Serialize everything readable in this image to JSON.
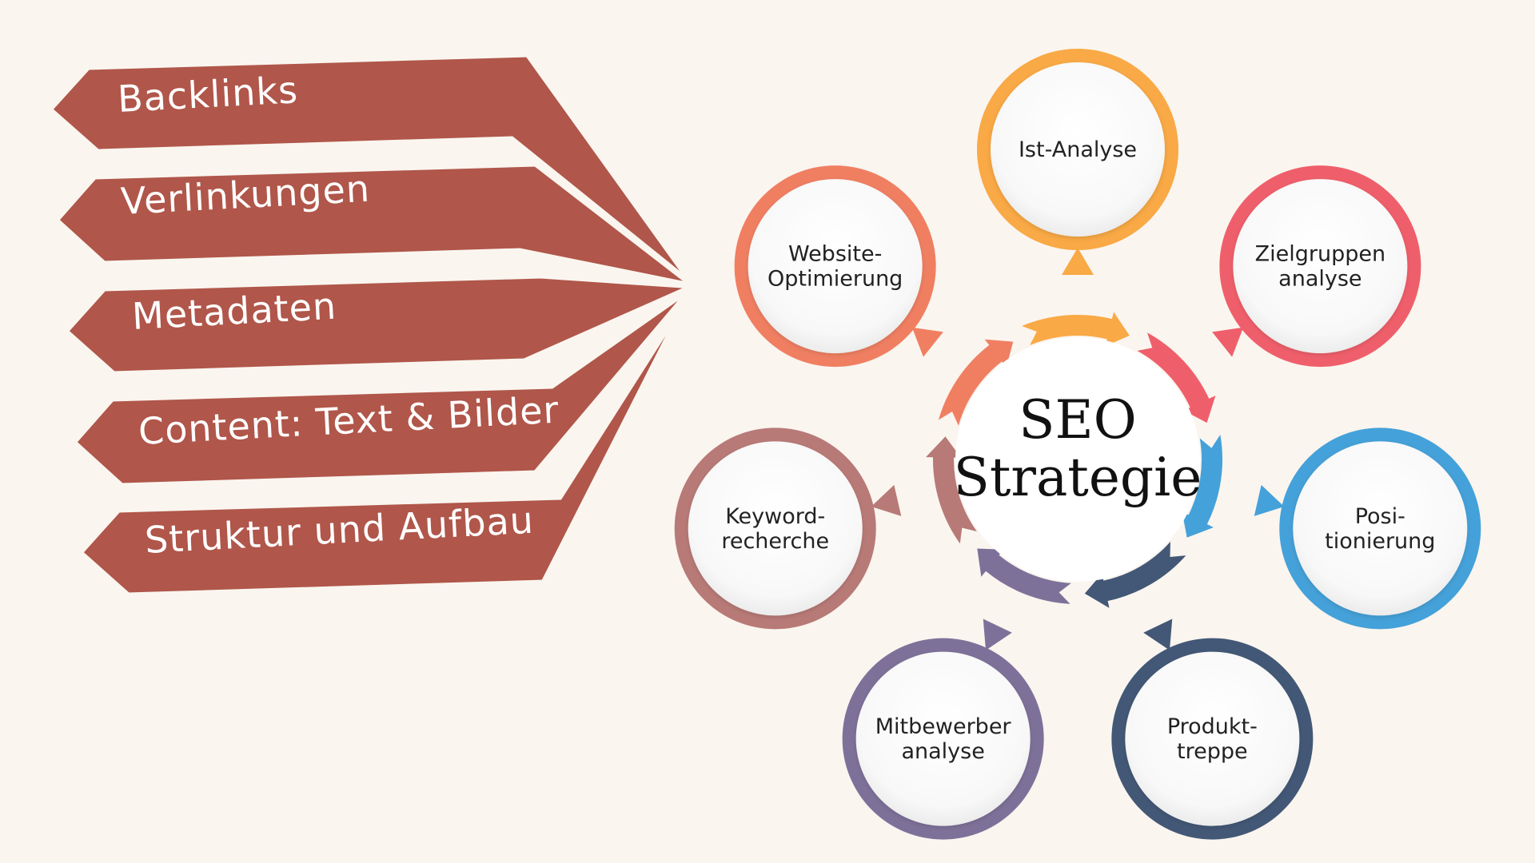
{
  "ribbons": {
    "color": "#b0564a",
    "items": [
      {
        "label": "Backlinks"
      },
      {
        "label": "Verlinkungen"
      },
      {
        "label": "Metadaten"
      },
      {
        "label": "Content: Text & Bilder"
      },
      {
        "label": "Struktur und Aufbau"
      }
    ]
  },
  "center": {
    "line1": "SEO",
    "line2": "Strategie"
  },
  "cycle": {
    "nodes": [
      {
        "lines": [
          "Ist-Analyse"
        ],
        "color": "#f9a945"
      },
      {
        "lines": [
          "Zielgruppen",
          "analyse"
        ],
        "color": "#ef5f6b"
      },
      {
        "lines": [
          "Posi-",
          "tionierung"
        ],
        "color": "#45a1d9"
      },
      {
        "lines": [
          "Produkt-",
          "treppe"
        ],
        "color": "#435876"
      },
      {
        "lines": [
          "Mitbewerber",
          "analyse"
        ],
        "color": "#7e7199"
      },
      {
        "lines": [
          "Keyword-",
          "recherche"
        ],
        "color": "#b87a77"
      },
      {
        "lines": [
          "Website-",
          "Optimierung"
        ],
        "color": "#f07f62"
      }
    ]
  }
}
